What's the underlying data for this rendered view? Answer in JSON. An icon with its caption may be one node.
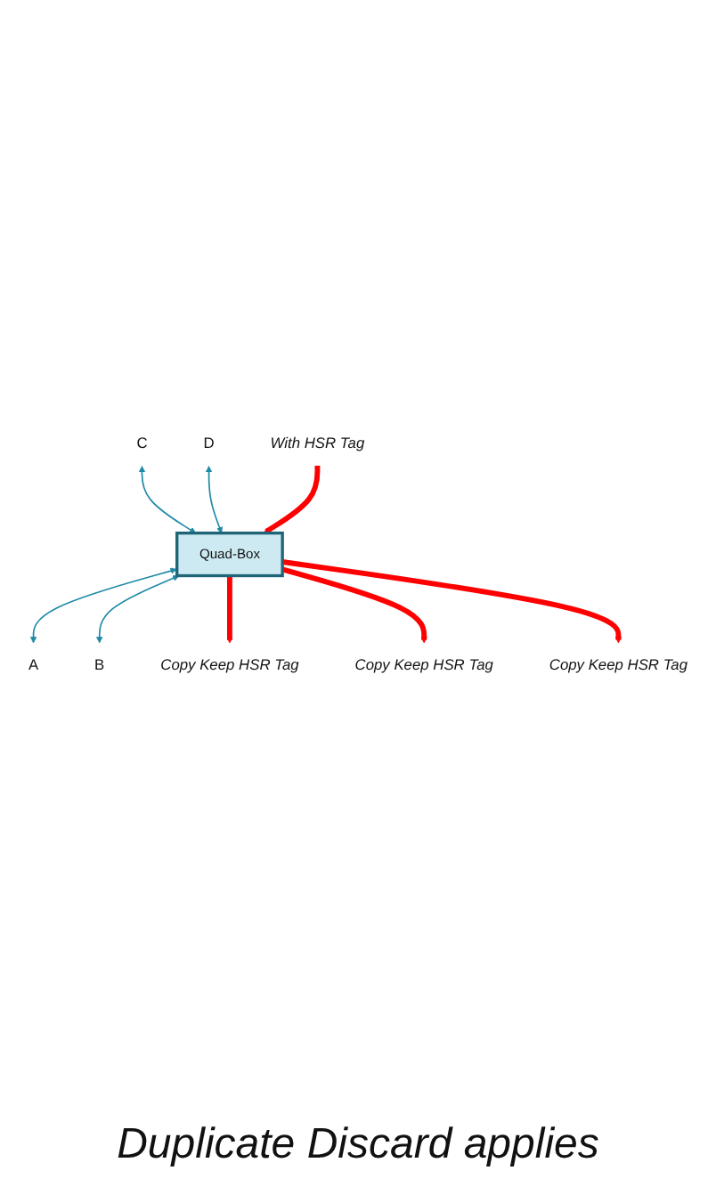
{
  "diagram": {
    "caption": "Duplicate Discard applies",
    "nodes": [
      {
        "text": [
          "With HSR Tag"
        ]
      },
      {
        "text": [
          "Copy Keep HSR Tag"
        ]
      },
      {
        "text": [
          "C"
        ]
      },
      {
        "text": [
          "D"
        ]
      },
      {
        "text": [
          "Quad-Box"
        ]
      },
      {
        "text": [
          "A"
        ]
      },
      {
        "text": [
          "B"
        ]
      },
      {
        "text": [
          "Copy Keep HSR Tag"
        ]
      },
      {
        "text": [
          "Copy Keep HSR Tag"
        ]
      }
    ],
    "edges": [
      {
        "from": 2,
        "to": 4,
        "arrow": "both",
        "color": "#1f8aa6"
      },
      {
        "from": 3,
        "to": 4,
        "arrow": "both",
        "color": "#1f8aa6"
      },
      {
        "from": 4,
        "to": 5,
        "arrow": "both",
        "color": "#1f8aa6"
      },
      {
        "from": 4,
        "to": 6,
        "arrow": "both",
        "color": "#1f8aa6"
      },
      {
        "from": 0,
        "to": 4,
        "arrow": "to",
        "style": "thick",
        "color": "#ff0000"
      },
      {
        "from": 4,
        "to": 1,
        "arrow": "to",
        "style": "thick",
        "color": "#ff0000"
      },
      {
        "from": 4,
        "to": 7,
        "arrow": "to",
        "style": "thick",
        "color": "#ff0000"
      },
      {
        "from": 4,
        "to": 8,
        "arrow": "to",
        "style": "thick",
        "color": "#ff0000"
      }
    ]
  }
}
